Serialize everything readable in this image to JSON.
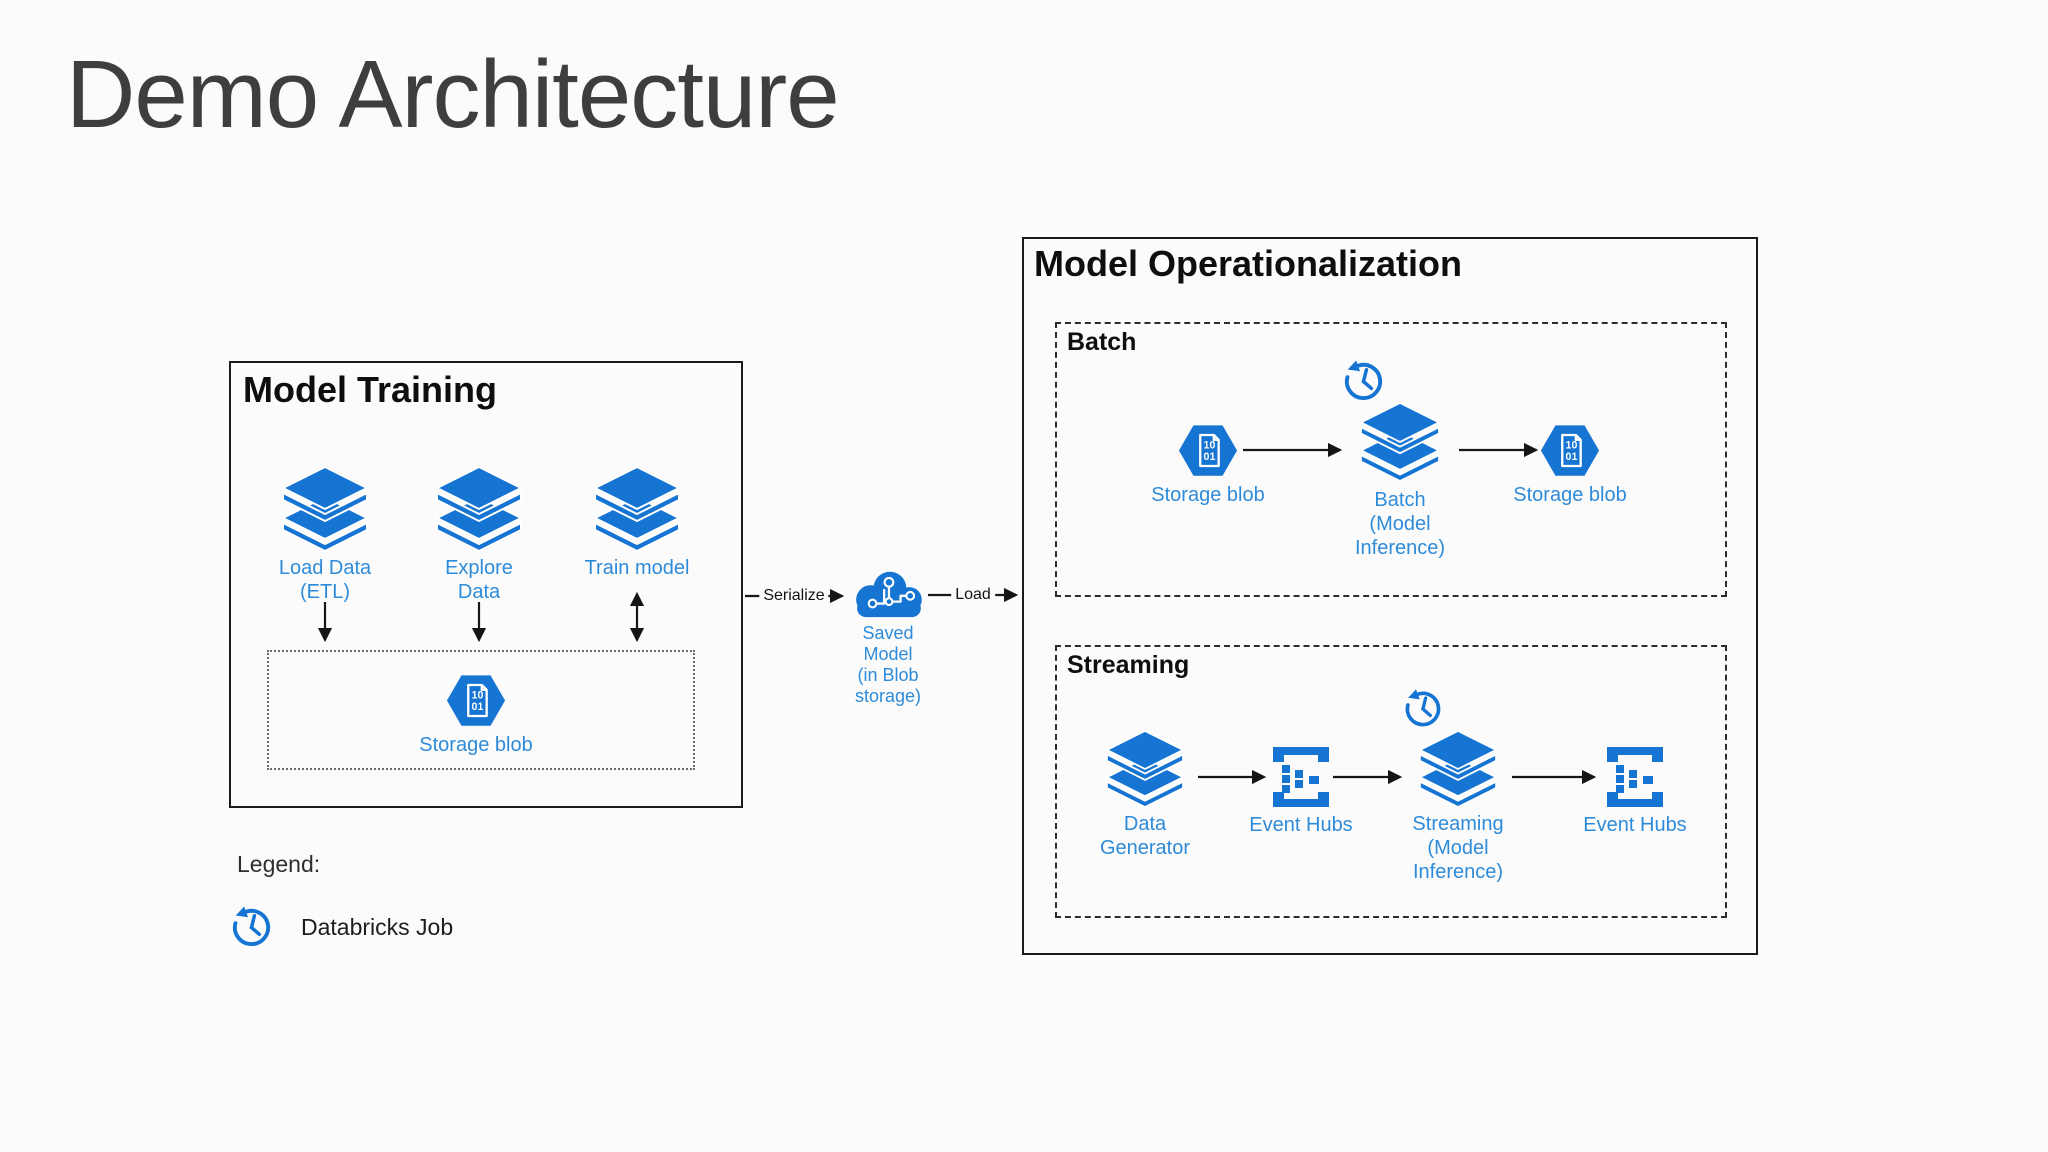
{
  "colors": {
    "icon_blue": "#1675d2",
    "label_blue": "#2e8bd9",
    "line_dark": "#161616",
    "bg": "#fbfbfc",
    "title_gray": "#3e3e41",
    "heading_dark": "#0e0e0e"
  },
  "title": "Demo Architecture",
  "training": {
    "title": "Model Training",
    "node_load": {
      "line1": "Load Data",
      "line2": "(ETL)"
    },
    "node_explore": {
      "line1": "Explore",
      "line2": "Data"
    },
    "node_train": {
      "line1": "Train model"
    },
    "storage_blob": "Storage blob"
  },
  "flow": {
    "serialize": "Serialize",
    "load": "Load"
  },
  "saved_model": {
    "line1": "Saved",
    "line2": "Model",
    "line3": "(in Blob",
    "line4": "storage)"
  },
  "ops": {
    "title": "Model Operationalization",
    "batch": {
      "title": "Batch",
      "storage_in": "Storage blob",
      "node": {
        "line1": "Batch",
        "line2": "(Model",
        "line3": "Inference)"
      },
      "storage_out": "Storage blob"
    },
    "streaming": {
      "title": "Streaming",
      "generator": {
        "line1": "Data",
        "line2": "Generator"
      },
      "eventhub_in": "Event Hubs",
      "node": {
        "line1": "Streaming",
        "line2": "(Model",
        "line3": "Inference)"
      },
      "eventhub_out": "Event Hubs"
    }
  },
  "legend": {
    "title": "Legend:",
    "job_label": "Databricks Job"
  },
  "icons": {
    "databricks_stack": "stacked-3d-layers",
    "storage_blob": "hexagon-binary-document",
    "event_hubs": "brackets-with-squares",
    "databricks_job": "clock-with-circular-arrow",
    "ml_cloud": "cloud-with-circuit",
    "blob_glyph_line1": "10",
    "blob_glyph_line2": "01"
  }
}
